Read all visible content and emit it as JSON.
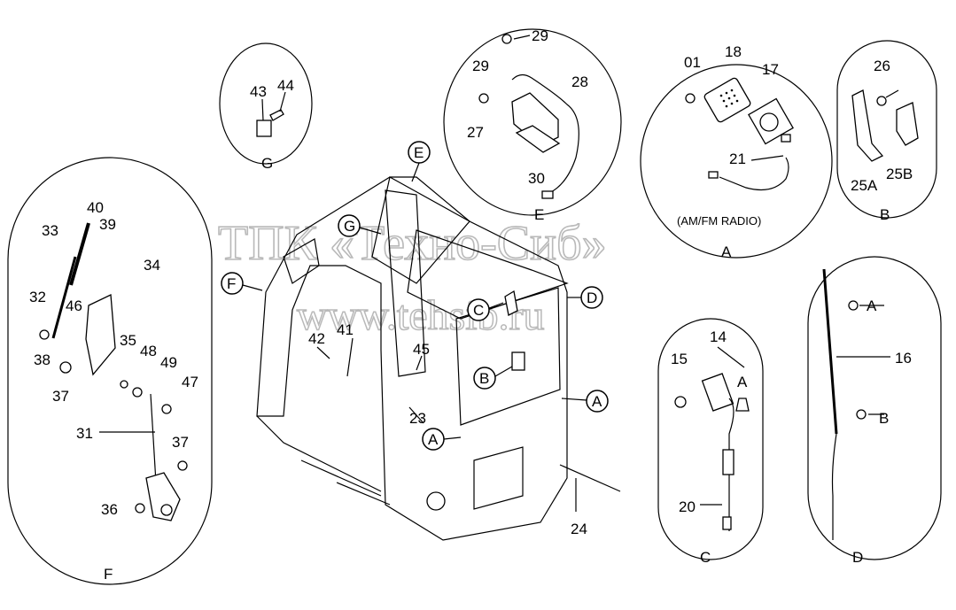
{
  "watermark": {
    "line1": "ТПК «Техно-Сиб»",
    "line2": "www.tehsib.ru"
  },
  "detail_g": {
    "letter": "G",
    "parts": [
      "43",
      "44"
    ]
  },
  "detail_e": {
    "letter": "E",
    "parts": [
      "29",
      "29",
      "28",
      "27",
      "30"
    ]
  },
  "detail_a": {
    "letter": "A",
    "caption": "(AM/FM RADIO)",
    "parts": [
      "01",
      "18",
      "17",
      "21"
    ]
  },
  "detail_b": {
    "letter": "B",
    "parts": [
      "26",
      "25A",
      "25B"
    ]
  },
  "detail_f": {
    "letter": "F",
    "parts": [
      "40",
      "39",
      "33",
      "34",
      "32",
      "46",
      "35",
      "38",
      "48",
      "49",
      "37",
      "47",
      "31",
      "37",
      "36"
    ]
  },
  "detail_c": {
    "letter": "C",
    "parts": [
      "14",
      "15",
      "A",
      "20"
    ]
  },
  "detail_d": {
    "letter": "D",
    "parts": [
      "A",
      "16",
      "B"
    ]
  },
  "cab": {
    "callouts": [
      "E",
      "G",
      "F",
      "D",
      "C",
      "B",
      "A",
      "A"
    ],
    "parts": [
      "42",
      "41",
      "45",
      "23",
      "24"
    ]
  }
}
